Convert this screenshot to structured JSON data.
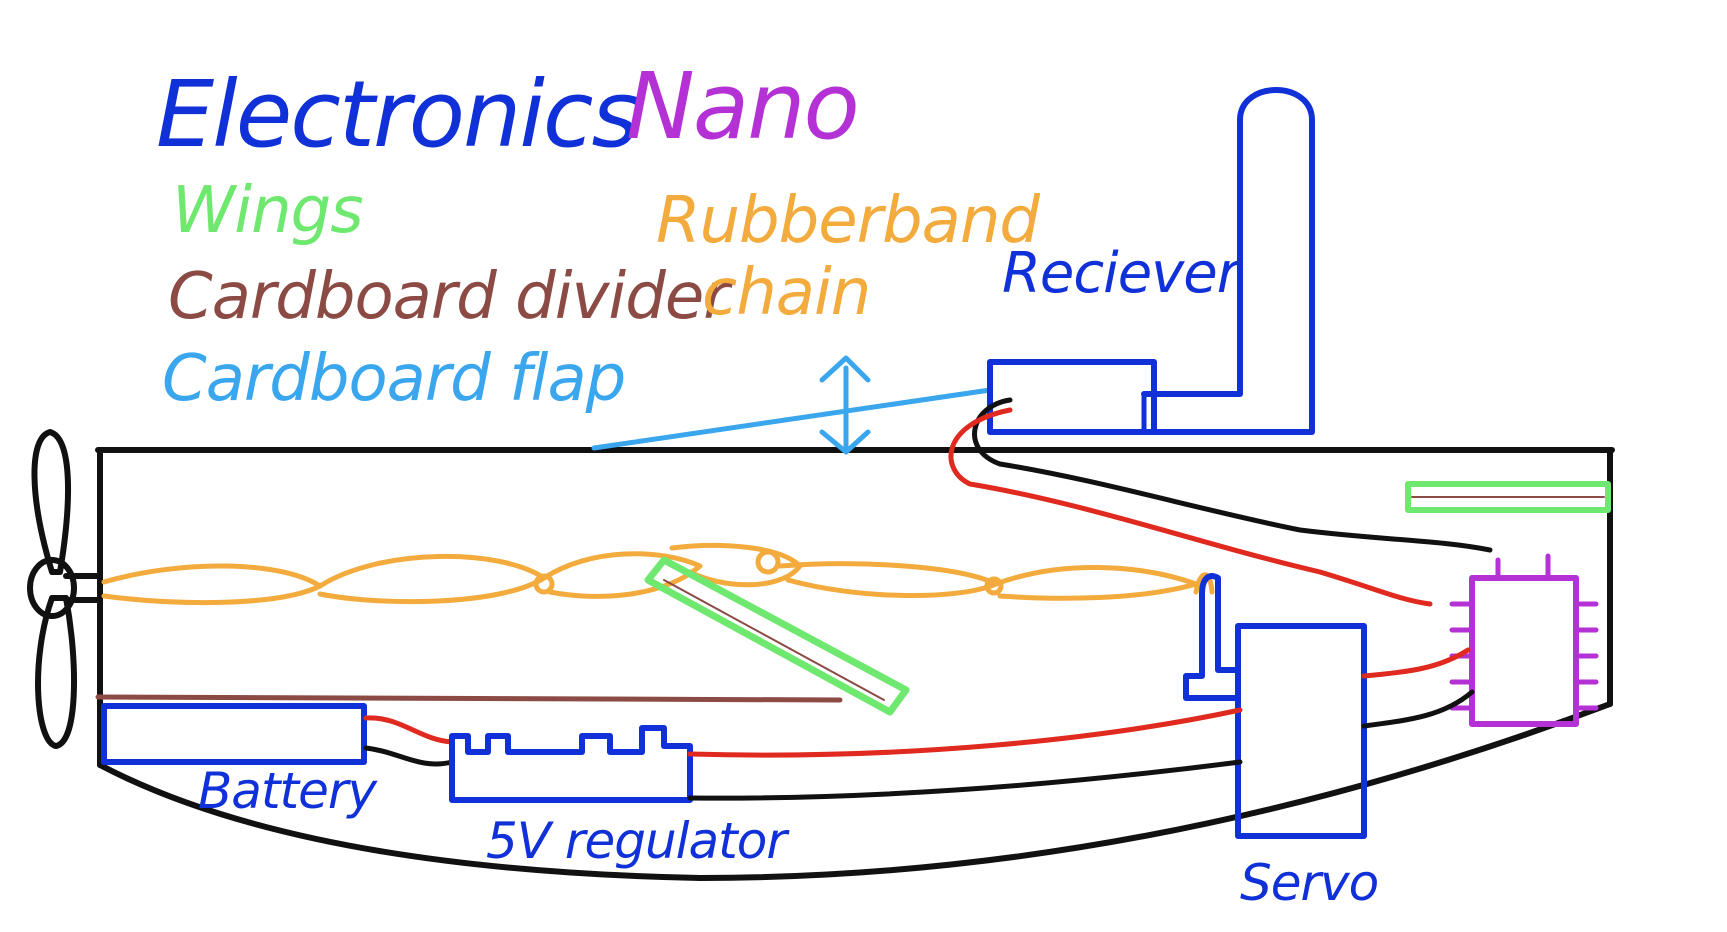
{
  "legend": {
    "electronics": "Electronics",
    "nano": "Nano",
    "wings": "Wings",
    "cardboard_divider": "Cardboard divider",
    "cardboard_flap": "Cardboard flap",
    "rubber_band_chain_line1": "Rubberband",
    "rubber_band_chain_line2": "chain"
  },
  "labels": {
    "receiver": "Reciever",
    "battery": "Battery",
    "regulator": "5V regulator",
    "servo": "Servo"
  },
  "colors": {
    "electronics": "#1030d8",
    "nano": "#b431d6",
    "wings": "#6ee86e",
    "cardboard_divider": "#8b4a44",
    "cardboard_flap": "#3aa6ee",
    "rubber_band_chain": "#f2ab3c",
    "wire_positive": "#e02a20",
    "wire_ground": "#111111",
    "hull": "#111111"
  }
}
